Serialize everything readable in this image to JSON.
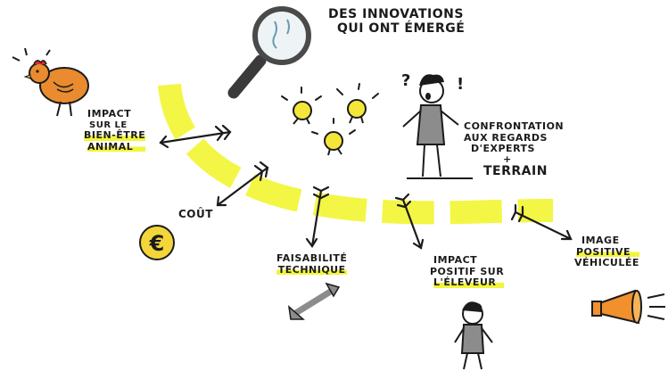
{
  "title_lines": [
    "DES INNOVATIONS",
    "QUI ONT ÉMERGÉ"
  ],
  "labels": {
    "bien_etre": [
      "IMPACT",
      "SUR LE",
      "BIEN-ÊTRE",
      "ANIMAL"
    ],
    "cout": "COÛT",
    "faisabilite": [
      "FAISABILITÉ",
      "TECHNIQUE"
    ],
    "eleveur": [
      "IMPACT",
      "POSITIF SUR",
      "L'ÉLEVEUR"
    ],
    "image": [
      "IMAGE",
      "POSITIVE",
      "VÉHICULÉE"
    ],
    "confrontation": [
      "CONFRONTATION",
      "AUX REGARDS",
      "D'EXPERTS",
      "+",
      "TERRAIN"
    ]
  },
  "glyphs": {
    "euro": "€",
    "question": "?",
    "exclaim": "!"
  },
  "icons": [
    "magnifier-icon",
    "hen-icon",
    "lightbulb-icon",
    "expert-icon",
    "coin-icon",
    "double-arrow-icon",
    "farmer-icon",
    "megaphone-icon"
  ],
  "colors": {
    "highlight": "#f2f53a",
    "ink": "#1b1b1b",
    "hen": "#e98b2e",
    "coin": "#f3d63a",
    "bulb": "#f5e63a",
    "megaphone": "#f0912e"
  }
}
